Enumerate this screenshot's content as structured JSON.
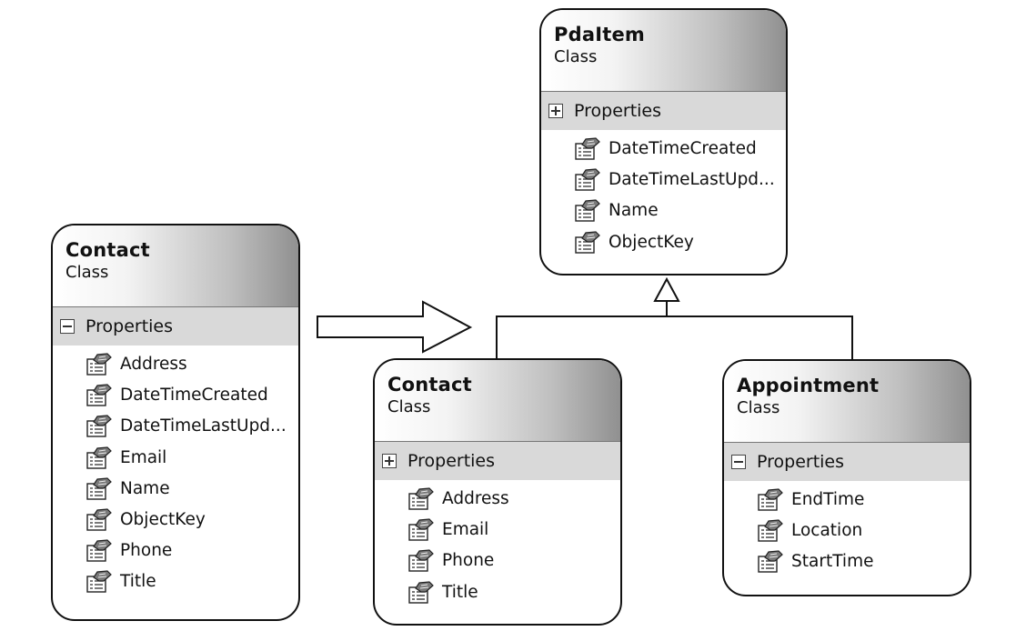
{
  "chart_data": {
    "type": "diagram",
    "nodes": [
      {
        "id": "pdaitem",
        "name": "PdaItem",
        "kind": "Class",
        "section": "Properties",
        "collapsed": true,
        "properties": [
          "DateTimeCreated",
          "DateTimeLastUpd...",
          "Name",
          "ObjectKey"
        ]
      },
      {
        "id": "contact-original",
        "name": "Contact",
        "kind": "Class",
        "section": "Properties",
        "collapsed": false,
        "properties": [
          "Address",
          "DateTimeCreated",
          "DateTimeLastUpd...",
          "Email",
          "Name",
          "ObjectKey",
          "Phone",
          "Title"
        ]
      },
      {
        "id": "contact-derived",
        "name": "Contact",
        "kind": "Class",
        "section": "Properties",
        "collapsed": true,
        "properties": [
          "Address",
          "Email",
          "Phone",
          "Title"
        ]
      },
      {
        "id": "appointment",
        "name": "Appointment",
        "kind": "Class",
        "section": "Properties",
        "collapsed": false,
        "properties": [
          "EndTime",
          "Location",
          "StartTime"
        ]
      }
    ],
    "edges": [
      {
        "from": "contact-derived",
        "to": "pdaitem",
        "type": "inheritance"
      },
      {
        "from": "appointment",
        "to": "pdaitem",
        "type": "inheritance"
      },
      {
        "from": "contact-original",
        "to": "contact-derived",
        "type": "refactor-arrow"
      }
    ]
  },
  "icons": {
    "property": "property-icon",
    "expand": "expand-icon",
    "collapse": "collapse-icon"
  },
  "colors": {
    "border": "#111111",
    "section_band": "#d9d9d9",
    "header_gradient_end": "#909090"
  }
}
